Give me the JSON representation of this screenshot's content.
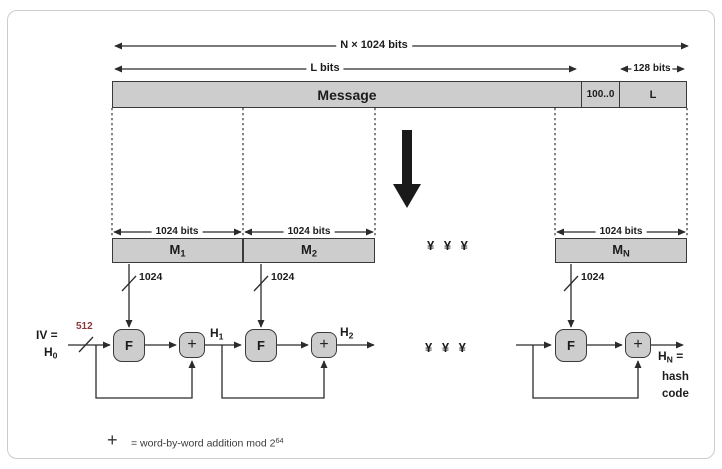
{
  "dimensions": {
    "n_total": "N × 1024 bits",
    "l_bits": "L bits",
    "tail_bits": "128 bits",
    "block_bits": "1024 bits"
  },
  "message_bar": {
    "message": "Message",
    "padding": "100..0",
    "length": "L"
  },
  "blocks": {
    "m1": {
      "base": "M",
      "sub": "1"
    },
    "m2": {
      "base": "M",
      "sub": "2"
    },
    "mn": {
      "base": "M",
      "sub": "N"
    },
    "wire_width": "1024"
  },
  "chain": {
    "iv": "IV =",
    "h0": {
      "base": "H",
      "sub": "0"
    },
    "iv_width": "512",
    "f": "F",
    "plus": "+",
    "h1": {
      "base": "H",
      "sub": "1"
    },
    "h2": {
      "base": "H",
      "sub": "2"
    },
    "hn": {
      "base": "H",
      "sub": "N",
      "eq": "="
    },
    "hash_word": "hash",
    "code_word": "code"
  },
  "ellipsis": "¥ ¥ ¥",
  "legend": {
    "symbol": "+",
    "text": "= word-by-word addition mod 2",
    "exponent": "64"
  },
  "colors": {
    "box_fill": "#cdcdcd",
    "line": "#2b2b2b",
    "iv_width_color": "#8b3a3a"
  }
}
